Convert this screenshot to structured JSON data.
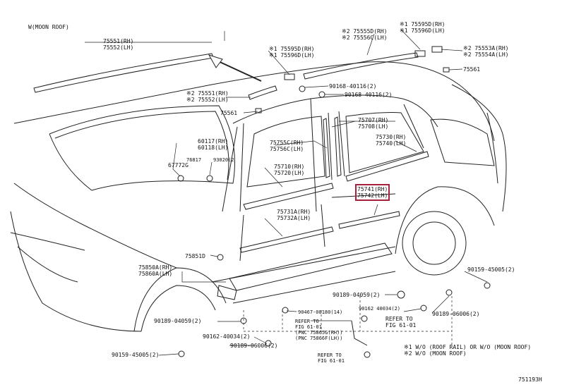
{
  "labels": {
    "moon_roof": "W(MOON ROOF)",
    "p75551_75552_top": [
      "75551(RH)",
      "75552(LH)"
    ],
    "p75555D_75556C": [
      "※2 75555D(RH)",
      "※2 75556C(LH)"
    ],
    "p75595D_75596D_top": [
      "※1 75595D(RH)",
      "※1 75596D(LH)"
    ],
    "p75595D_75596D_mid": [
      "※1 75595D(RH)",
      "※1 75596D(LH)"
    ],
    "p75553A_75554A": [
      "※2 75553A(RH)",
      "※2 75554A(LH)"
    ],
    "p75561_right": [
      "75561"
    ],
    "p75551_75552_mid": [
      "※2 75551(RH)",
      "※2 75552(LH)"
    ],
    "p75561_left": [
      "75561"
    ],
    "p90168_40116_a": [
      "90168-40116(2)"
    ],
    "p90168_40116_b": [
      "90168 40116(2)"
    ],
    "p75707_75708": [
      "75707(RH)",
      "75708(LH)"
    ],
    "p60117_60118": [
      "60117(RH)",
      "60118(LH)"
    ],
    "p75755C_75756C": [
      "75755C(RH)",
      "75756C(LH)"
    ],
    "p75730_75740": [
      "75730(RH)",
      "75740(LH)"
    ],
    "p76817": [
      "76817"
    ],
    "p93020": [
      "93020(2"
    ],
    "p67772G": [
      "67772G"
    ],
    "p75710_75720": [
      "75710(RH)",
      "75720(LH)"
    ],
    "p75741_75742": [
      "75741(RH)",
      "75742(LH)"
    ],
    "p75731A_75732A": [
      "75731A(RH)",
      "75732A(LH)"
    ],
    "p75851D": [
      "75851D"
    ],
    "p75850A_75860A": [
      "75850A(RH)",
      "75860A(LH)"
    ],
    "p90159_45005_r": [
      "90159-45005(2)"
    ],
    "p90189_04059_mid": [
      "90189-04059(2)"
    ],
    "p90189_06006_r": [
      "90189-06006(2)"
    ],
    "p90467_08180": [
      "90467-08180(14)"
    ],
    "p90162_40034_r": [
      "90162 40034(2)"
    ],
    "refer_a": [
      "REFER TO",
      "FIG 61-01"
    ],
    "refer_b": [
      "REFER TO",
      "FIG 61-01",
      "(PNC 75865G(RH))",
      "(PNC 75866F(LH))"
    ],
    "refer_c": [
      "REFER TO",
      "FIG 61-01"
    ],
    "p90189_04059_l": [
      "90189-04059(2)"
    ],
    "p90162_40034_l": [
      "90162-40034(2)"
    ],
    "p90189_06006_l": [
      "90189-06006(2)"
    ],
    "p90159_45005_l": [
      "90159-45005(2)"
    ],
    "footnote": [
      "※1 W/O (ROOF RAIL) OR W/O (MOON ROOF)",
      "※2 W/O (MOON ROOF)"
    ],
    "code": [
      "751193H"
    ]
  }
}
